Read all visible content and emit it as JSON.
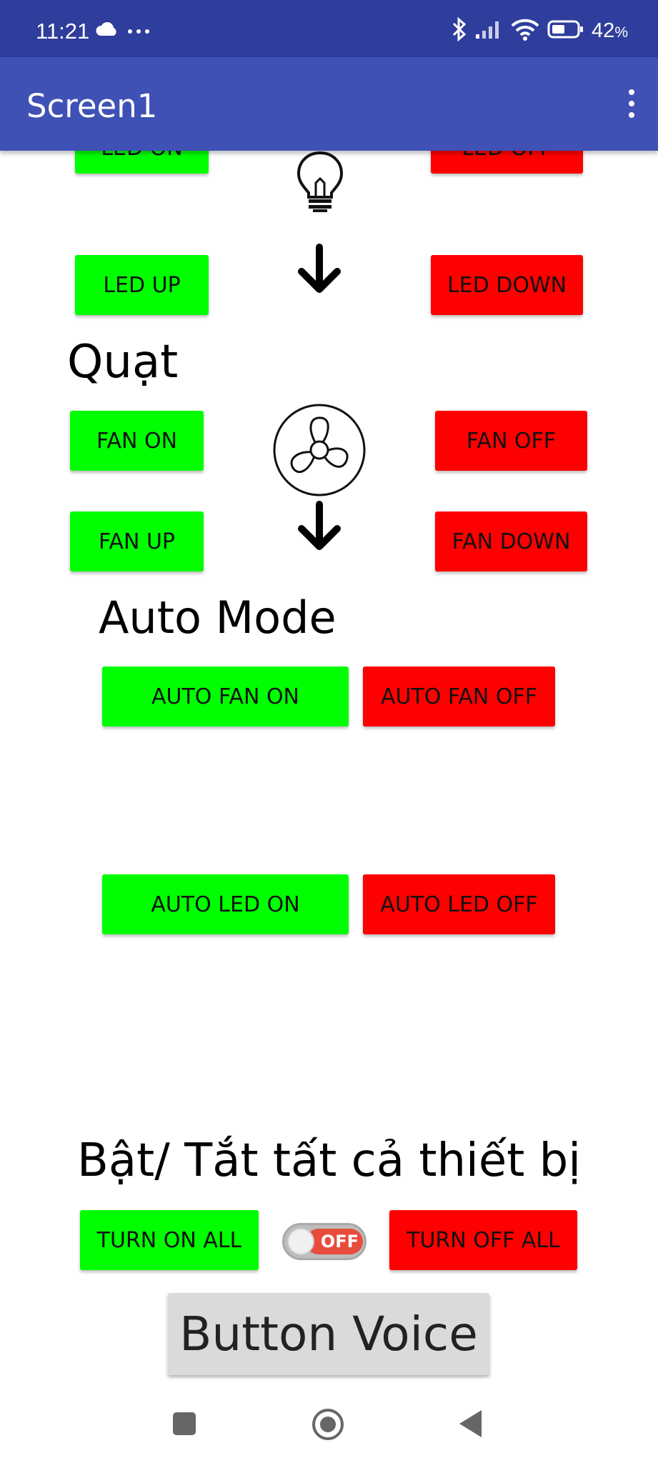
{
  "status_bar": {
    "time": "11:21",
    "battery_percent": "42",
    "battery_unit": "%",
    "color": "#2F3E9C"
  },
  "app_bar": {
    "title": "Screen1",
    "color": "#3F51B5"
  },
  "colors": {
    "on_button": "#00FF00",
    "off_button": "#FF0000",
    "voice_button": "#DADADA"
  },
  "led": {
    "on_label": "LED ON",
    "off_label": "LED OFF",
    "up_label": "LED UP",
    "down_label": "LED DOWN"
  },
  "fan": {
    "heading": "Quạt",
    "on_label": "FAN ON",
    "off_label": "FAN OFF",
    "up_label": "FAN UP",
    "down_label": "FAN DOWN"
  },
  "auto_mode": {
    "heading": "Auto Mode",
    "fan_on_label": "AUTO FAN ON",
    "fan_off_label": "AUTO FAN OFF",
    "led_on_label": "AUTO LED ON",
    "led_off_label": "AUTO LED OFF"
  },
  "all_devices": {
    "heading": "Bật/ Tắt tất cả thiết bị",
    "turn_on_label": "TURN ON ALL",
    "turn_off_label": "TURN OFF ALL",
    "toggle_state": "OFF"
  },
  "voice": {
    "label": "Button Voice"
  },
  "icons": {
    "bulb": "lightbulb-icon",
    "fan": "fan-icon",
    "arrow": "arrow-down-icon"
  }
}
